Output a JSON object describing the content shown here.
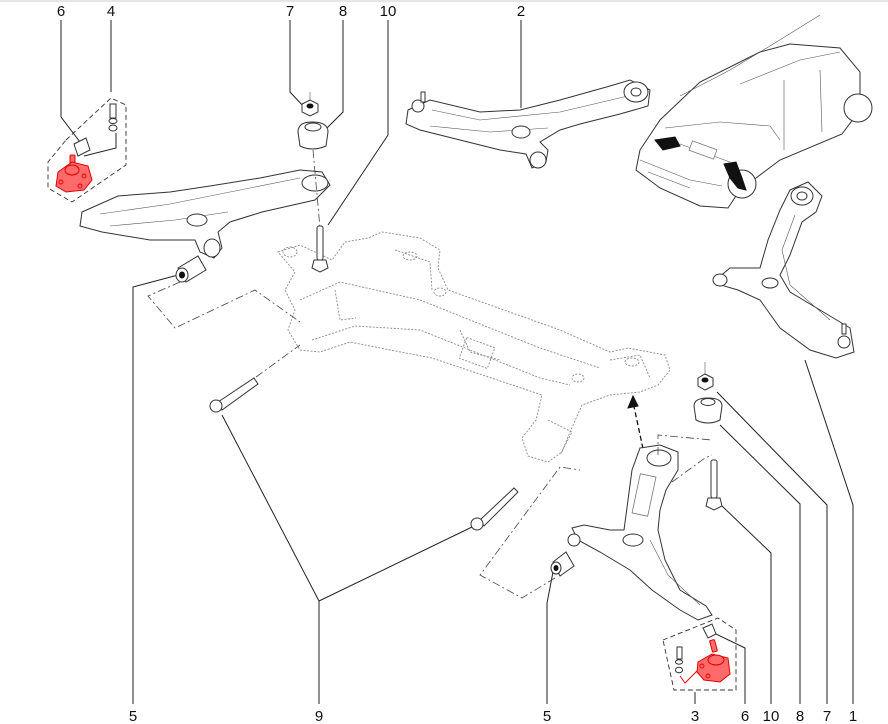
{
  "diagram": {
    "title": "Front subframe and lower control arms - exploded view",
    "highlight_color": "#e00000",
    "line_color": "#222222",
    "background": "#ffffff"
  },
  "callouts": {
    "top": [
      {
        "id": "c-top-6",
        "label": "6",
        "part": "Ball joint nut (left)"
      },
      {
        "id": "c-top-4",
        "label": "4",
        "part": "Left ball joint kit"
      },
      {
        "id": "c-top-7",
        "label": "7",
        "part": "Nut"
      },
      {
        "id": "c-top-8",
        "label": "8",
        "part": "Rear bushing"
      },
      {
        "id": "c-top-10",
        "label": "10",
        "part": "Vertical bolt"
      },
      {
        "id": "c-top-2",
        "label": "2",
        "part": "Left lower control arm"
      }
    ],
    "bottom": [
      {
        "id": "c-bot-5a",
        "label": "5",
        "part": "Front bushing (left)"
      },
      {
        "id": "c-bot-9",
        "label": "9",
        "part": "Horizontal bolt"
      },
      {
        "id": "c-bot-5b",
        "label": "5",
        "part": "Front bushing (right)"
      },
      {
        "id": "c-bot-3",
        "label": "3",
        "part": "Right ball joint kit"
      },
      {
        "id": "c-bot-6",
        "label": "6",
        "part": "Ball joint nut (right)"
      },
      {
        "id": "c-bot-10",
        "label": "10",
        "part": "Vertical bolt"
      },
      {
        "id": "c-bot-8",
        "label": "8",
        "part": "Rear bushing"
      },
      {
        "id": "c-bot-7",
        "label": "7",
        "part": "Nut"
      },
      {
        "id": "c-bot-1",
        "label": "1",
        "part": "Right lower control arm"
      }
    ]
  },
  "components": {
    "subframe": "front-subframe",
    "vehicle_locator": "vehicle-locator-view",
    "highlighted_parts": [
      "left-ball-joint",
      "right-ball-joint"
    ]
  }
}
